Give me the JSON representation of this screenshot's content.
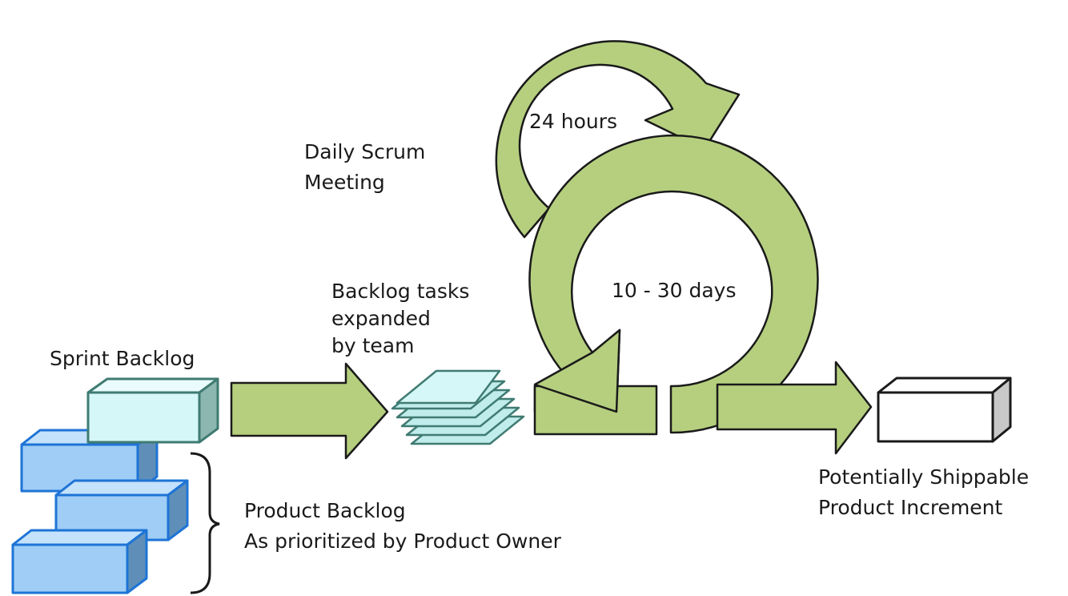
{
  "diagram": {
    "title": "",
    "labels": {
      "daily_scrum": [
        "Daily Scrum",
        "Meeting"
      ],
      "hours": "24 hours",
      "days": "10 - 30 days",
      "backlog_tasks": [
        "Backlog tasks",
        "expanded",
        "by team"
      ],
      "sprint_backlog": "Sprint Backlog",
      "product_backlog": [
        "Product Backlog",
        "As prioritized by Product Owner"
      ],
      "increment": [
        "Potentially Shippable",
        "Product Increment"
      ]
    },
    "colors": {
      "arrow_fill": "#b5cf7e",
      "arrow_stroke": "#1a1a1a",
      "sprint_box_fill": "#d6f7f7",
      "sprint_box_stroke": "#3f7b72",
      "product_box_fill": "#9fcdf5",
      "product_box_stroke": "#1e74d6",
      "increment_fill": "#ffffff",
      "increment_side": "#c8c8c8"
    }
  }
}
